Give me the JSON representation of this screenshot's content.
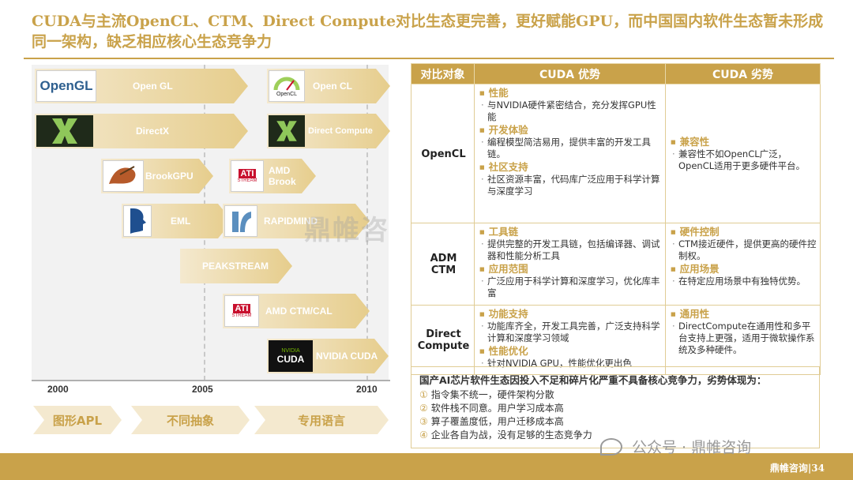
{
  "title": "CUDA与主流OpenCL、CTM、Direct Compute对比生态更完善，更好赋能GPU，而中国国内软件生态暂未形成同一架构，缺乏相应核心生态竞争力",
  "timeline": {
    "years": [
      "2000",
      "2005",
      "2010"
    ],
    "items": [
      {
        "label": "Open GL",
        "logo": "OpenGL"
      },
      {
        "label": "DirectX",
        "logo": "directx-x-icon"
      },
      {
        "label": "BrookGPU",
        "logo": "brook-fly-icon"
      },
      {
        "label": "EML",
        "logo": "eml-face-icon"
      },
      {
        "label": "PEAKSTREAM"
      },
      {
        "label": "AMD CTM/CAL",
        "logo_text": "ATI",
        "logo_sub": "STREAM"
      },
      {
        "label": "NVIDIA CUDA",
        "logo_text": "CUDA",
        "logo_sub": "NVIDIA"
      },
      {
        "label": "Open CL",
        "logo_sub": "OpenCL"
      },
      {
        "label": "Direct Compute",
        "logo": "directx-x-icon"
      },
      {
        "label": "AMD\nBrook",
        "logo_text": "ATI",
        "logo_sub": "STREAM"
      },
      {
        "label": "RAPIDMIND",
        "logo": "rapidmind-icon"
      }
    ],
    "phases": [
      "图形APL",
      "不同抽象",
      "专用语言"
    ]
  },
  "table": {
    "headers": [
      "对比对象",
      "CUDA 优势",
      "CUDA 劣势"
    ],
    "rows": [
      {
        "object": "OpenCL",
        "pros": [
          {
            "h": "性能",
            "d": "与NVIDIA硬件紧密结合，充分发挥GPU性能"
          },
          {
            "h": "开发体验",
            "d": "编程模型简洁易用，提供丰富的开发工具链。"
          },
          {
            "h": "社区支持",
            "d": "社区资源丰富，代码库广泛应用于科学计算与深度学习"
          }
        ],
        "cons": [
          {
            "h": "兼容性",
            "d": "兼容性不如OpenCL广泛，OpenCL适用于更多硬件平台。"
          }
        ]
      },
      {
        "object": "ADM CTM",
        "pros": [
          {
            "h": "工具链",
            "d": "提供完整的开发工具链，包括编译器、调试器和性能分析工具"
          },
          {
            "h": "应用范围",
            "d": "广泛应用于科学计算和深度学习，优化库丰富"
          }
        ],
        "cons": [
          {
            "h": "硬件控制",
            "d": "CTM接近硬件，提供更高的硬件控制权。"
          },
          {
            "h": "应用场景",
            "d": "在特定应用场景中有独特优势。"
          }
        ]
      },
      {
        "object": "Direct Compute",
        "pros": [
          {
            "h": "功能支持",
            "d": "功能库齐全，开发工具完善，广泛支持科学计算和深度学习领域"
          },
          {
            "h": "性能优化",
            "d": "针对NVIDIA GPU，性能优化更出色"
          }
        ],
        "cons": [
          {
            "h": "通用性",
            "d": "DirectCompute在通用性和多平台支持上更强，适用于微软操作系统及多种硬件。"
          }
        ]
      }
    ]
  },
  "summary": {
    "title": "国产AI芯片软件生态因投入不足和碎片化严重不具备核心竞争力，劣势体现为：",
    "points": [
      {
        "num": "①",
        "text": "指令集不统一，硬件架构分散"
      },
      {
        "num": "②",
        "text": "软件栈不同意。用户学习成本高"
      },
      {
        "num": "③",
        "text": "算子覆盖度低，用户迁移成本高"
      },
      {
        "num": "④",
        "text": "企业各自为战，没有足够的生态竞争力"
      }
    ]
  },
  "watermark": {
    "center": "鼎帷咨",
    "wechat": "公众号 · 鼎帷咨询"
  },
  "footer": {
    "brand": "鼎帷咨询|34"
  },
  "colors": {
    "accent": "#c9a24a",
    "accent_light": "#f4e9cf"
  }
}
